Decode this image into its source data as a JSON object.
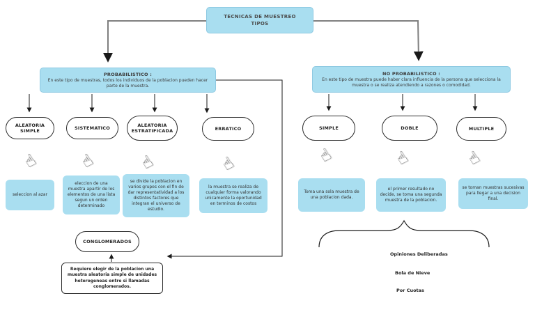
{
  "root": {
    "title": "TECNICAS DE MUESTREO\nTIPOS"
  },
  "branches": {
    "probabilistico": {
      "title": "PROBABILISTICO :",
      "description": "En este tipo de muestras, todos los individuos de la poblacion pueden hacer parte  de la muestra."
    },
    "no_probabilistico": {
      "title": "NO PROBABILISTICO :",
      "description": "En este tipo de muestra puede haber clara influencia de la persona que selecciona la muestra o se realiza atendiendo a razones o comodidad."
    }
  },
  "probabilistico_types": [
    {
      "label": "ALEATORIA SIMPLE",
      "description": "seleccion al azar"
    },
    {
      "label": "SISTEMATICO",
      "description": "eleccion de una muestra apartir de los elementos de una lista segun un orden determinado"
    },
    {
      "label": "ALEATORIA ESTRATIFICADA",
      "description": "se divide la poblacion en varios grupos con el fin de dar representatividad a los distintos factores que integran el universo de estudio."
    },
    {
      "label": "ERRATICO",
      "description": "la muestra se realiza de cualquier forma valorando unicamente la oportunidad en terminos de costos"
    }
  ],
  "no_probabilistico_types": [
    {
      "label": "SIMPLE",
      "description": "Toma una sola muestra de una poblacion dada."
    },
    {
      "label": "DOBLE",
      "description": "el primer resultado no decide, se toma una segunda muestra de la poblacion."
    },
    {
      "label": "MULTIPLE",
      "description": "se toman muestras sucesivas para llegar a una decision final."
    }
  ],
  "conglomerados": {
    "label": "CONGLOMERADOS",
    "description": "Requiere elegir de la poblacion una muestra aleatoria simple de unidades heterogeneas entre si llamadas conglomerados."
  },
  "otros_tipos": [
    "Opiniones Deliberadas",
    "Bola de Nieve",
    "Por Cuotas"
  ],
  "icons": {
    "hand_pointer": "☝"
  },
  "colors": {
    "node_fill": "#a9def0",
    "connector_gray": "#7f7f7f",
    "connector_black": "#1a1a1a"
  }
}
